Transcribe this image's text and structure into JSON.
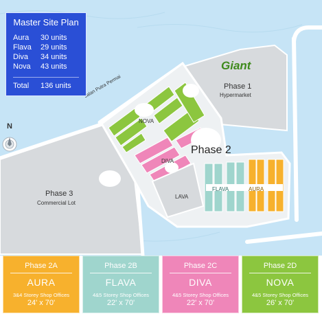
{
  "legend": {
    "title": "Master Site Plan",
    "rows": [
      {
        "name": "Aura",
        "units": "30 units"
      },
      {
        "name": "Flava",
        "units": "29 units"
      },
      {
        "name": "Diva",
        "units": "34 units"
      },
      {
        "name": "Nova",
        "units": "43 units"
      }
    ],
    "total": {
      "name": "Total",
      "units": "136 units"
    }
  },
  "map_labels": {
    "compass": "N",
    "road": "Jalan Putra Permai",
    "giant": "Giant",
    "phase1": "Phase 1",
    "phase1_sub": "Hypermarket",
    "phase2": "Phase 2",
    "phase3": "Phase 3",
    "phase3_sub": "Commercial Lot",
    "nova": "NOVA",
    "diva": "DIVA",
    "lava": "LAVA",
    "flava": "FLAVA",
    "aura": "AURA"
  },
  "colors": {
    "water": "#c6e4f6",
    "land": "#d7dadd",
    "road": "#ffffff",
    "aura": "#f7b12d",
    "flava": "#9fd5cd",
    "diva": "#ef86b9",
    "nova": "#8cc63f",
    "legend_bg": "#2a4fd6"
  },
  "phases": [
    {
      "label": "Phase 2A",
      "brand": "AURA",
      "desc": "3&4 Storey Shop Offices",
      "size": "24' x 70'",
      "color": "#f7b12d"
    },
    {
      "label": "Phase 2B",
      "brand": "FLAVA",
      "desc": "4&5 Storey Shop Offices",
      "size": "22' x 70'",
      "color": "#9fd5cd"
    },
    {
      "label": "Phase 2C",
      "brand": "DIVA",
      "desc": "4&5 Storey Shop Offices",
      "size": "22' x 70'",
      "color": "#ef86b9"
    },
    {
      "label": "Phase 2D",
      "brand": "NOVA",
      "desc": "4&5 Storey Shop Offices",
      "size": "26' x 70'",
      "color": "#8cc63f"
    }
  ]
}
